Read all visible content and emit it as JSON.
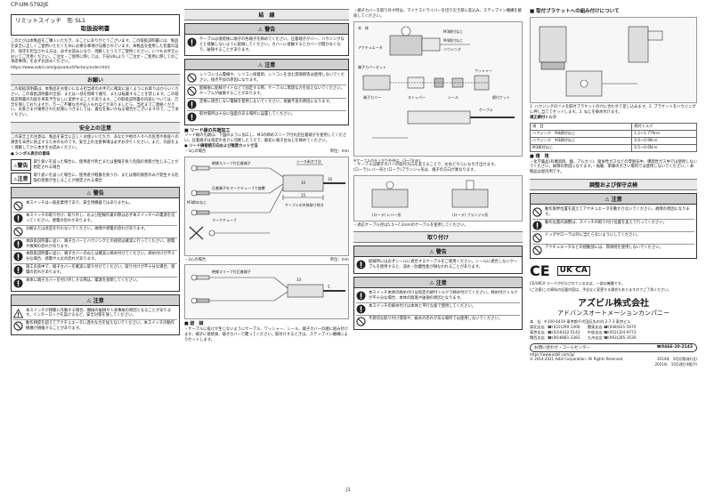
{
  "doc_code": "CP-UM-5792JE",
  "title": {
    "main": "リミットスイッチ　形 SL1",
    "sub": "取扱説明書"
  },
  "col1": {
    "intro": "このたびは本製品をご購入いただき、まことにありがとうございます。この取扱説明書には、製品を安全に正しくご使用いただくために必要な事項が記載されています。本製品を使用した装置の設計、保守を担当される方は、必ずお読みになり、理解したうえでご使用ください。いつもお手元においてご活用ください。ご注文・ご使用に際しては、下記URLより「ご注文・ご使用に際してのご承諾事項」を必ずお読みください。",
    "url": "https://www.azbil.com/jp/product/factory/order.html",
    "notice_h": "お願い",
    "notice": "この取扱説明書は、本製品をお使いになる担当者のお手元に確実に届くようにお取りはからいください。この取扱説明書の全部、または一部を無断で複写、または転載することを禁じます。この取扱説明書の内容を将来予告なしに変更することがあります。この取扱説明書の内容については、万全を期しておりますが、万一ご不審な点や記入もれなどがありましたら、当社までご連絡ください。お客さまが運用された結果につきましては、責任を負いかねる場合がございますので、ご了承ください。",
    "safety_h": "安全上の注意",
    "safety": "この安全上の注意は、製品を安全に正しくお使いいただき、あなたや他の人々への危害や財産への損害を未然に防止するためのものです。安全上の注意事項は必ずお守りください。また、内容をよく理解してから本文をお読みください。",
    "symbol_h": "● シンボル表示の意味",
    "warn_label": "警告",
    "warn_text": "取り扱いを誤った場合に、使用者が死亡または重傷を負う危険の状態が生じることが想定される場合",
    "caut_label": "注意",
    "caut_text": "取り扱いを誤った場合に、使用者が軽傷を負うか、または物的損害のみが発生する危険の状態が生じることが想定される場合",
    "warn_h": "警告",
    "warn_items": [
      "本スイッチは一般産業用であり、安全用機器ではありません。",
      "本スイッチの取り付け、取り外し、および配線作業の際は必ず本スイッチへの電源を切ってください。感電の恐れがあります。",
      "分解または改造を行わないでください。故障や感電の恐れがあります。",
      "本取扱説明書に従い、端子カバーとハウジングとの接続は確実に行ってください。感電や故障の恐れがあります。",
      "本取扱説明書に従い、端子カバーのねじは確実に締め付けてください。締め付けが不十分な場合、感電や火災の恐れがあります。",
      "施工の途中で、端子カバーを確実に取り付けてください。取り付けが不十分な場合、感電の恐れがあります。",
      "本体に端子カバーを付け外しする際は、電源を遮断してください。"
    ],
    "caut_h": "注意",
    "caut_items": [
      "本スイッチが頻繁に作動する場合、機械の破損や人身事故の原因となることがあります。インターロックを設けるなど、安全対策を施してください。",
      "動作頻度を超えてアクチュエータに過大な力を加えないでください。本スイッチの動作機構が損傷することがあります。"
    ]
  },
  "col2": {
    "wiring_h": "結　線",
    "warn_h": "警告",
    "warn_item": "ケーブルは接続後に端子の各端子を締めてください。圧着端子がバー、ハウジングなどと接触しないように配線してください。カバーに接触するとカバーが開かなくなり、破損することがあります。",
    "caut_h": "注意",
    "caut_items": [
      "シリコンゴム電線や、シリコン接着剤、シリコンを含む潤滑剤等は使用しないでください。接点不良の原因になります。",
      "配線後に配線ガイドなどで固定する際、ケーブルに無理な力を加えないでください。ケーブルが破損することがあります。",
      "定格に適合しない電線を使用しないでください。接触不良の原因になります。",
      "取付場所は十分に強度のある場所に設置してください。"
    ],
    "lead_h": "■ リード線の先端加工",
    "lead_text": "リード線の先端は、下図のように加工し、M3の締めスリーブ付丸型圧着端子を使用してください。圧着端子は指定の長さに切断したうえで、最初に端子台ねじを締めてください。",
    "lead_sub": "● リード線接続方向および推奨カット寸法",
    "case3": "・3心の場合",
    "case2": "・2心の場合",
    "unit": "単位：mm",
    "fig_labels": {
      "l1": "絶縁スリーブ付圧着端子",
      "l2": "圧着端子をマークチューブで被覆",
      "l3": "M3締めねじ",
      "l4": "マークチューブ",
      "l5": "シース剥き寸法",
      "l6": "ケーブルの外装取り除き"
    },
    "dims": {
      "d1": "10",
      "d2": "15",
      "d3": "30",
      "d4": "10",
      "d5": "5"
    },
    "wire_h": "■ 結　線",
    "wire_text": "・ケーブルに抜けが生じないようにケーブル、ワッシャー、シール、端子カバーの順に組み付けます。端子に接続後、端子カバーで覆ってください。取付けするときは、ステップイン機構によりセットします。"
  },
  "col3": {
    "top_text": "・端子カバーを取り外す時は、マイナスドライバーを切り欠き部に差込み、ステップイン機構を解除してください。",
    "body_label": "本　体",
    "fig_labels": {
      "a": "M3締付ねじ",
      "b": "M4締付ねじ",
      "c": "ハウジング",
      "d": "アクチュエータ",
      "e": "端子カバーセット",
      "f": "ストッパー",
      "g": "端子カバー",
      "h": "シール",
      "i": "ワッシャー",
      "j": "締付ナット",
      "k": "ケーブル"
    },
    "note": "※ケーブルの仕上がり外径は、(3〜7mm)",
    "cable_text": "・ケーブルは端子カバーの取付方向を変えることで、左右どちらにも引き出せます。",
    "roller_text": "(ローラ)レバー形と(ローラ)プランジャ形は、端子の方向が異なります。",
    "roller_a": "(ローラ) レバー形",
    "roller_b": "(ローラ) プランジャ形",
    "sheath_text": "・適応ケーブル径は5.5〜7.2mmのケーブルを使用してください。",
    "mount_h": "取り付け",
    "warn_h": "警告",
    "warn_item": "配線時には必ずシールに適合するケーブルをご使用ください。シールに適合しないケーブルを使用すると、浸水・防塵性能が損なわれることがあります。",
    "caut_h": "注意",
    "caut_items": [
      "本スイッチ本体の締め付けは指定の締付トルクで締め付けてください。締め付けトルクが不十分な場合、本体の脱落や破損の原因となります。",
      "本スイッチの締め付けは本体と平行な面で使用してください。",
      "不適切な取り付け環境や、被水の恐れがある場所では使用しないでください。"
    ]
  },
  "col4": {
    "bracket_h": "■ 取付ブラケットへの組み付けについて",
    "bracket_text": "1. ハウジングのツメを取付ブラケットの穴に合わせて差し込みます。2. ブラケットをハウジングに押し当ててセットします。3. ねじを締め付けます。",
    "torque_h": "適正締付トルク",
    "torque_cols": [
      "項　目",
      "締付トルク"
    ],
    "torque_rows": [
      [
        "ハウジング　M4締付ねじ",
        "1.2〜1.77N·m"
      ],
      [
        "ハウジング　M3締付ねじ",
        "0.6〜0.9N·m"
      ],
      [
        "M3締付ねじ",
        "0.5〜0.6N·m"
      ]
    ],
    "env_h": "■ 環　境",
    "env_text": "・化学薬品(有機溶剤、酸、アルカリ)、腐食性ガスなどの雰囲気中、爆発性ガス中では使用しないでください。故障の原因になります。・振動、衝撃の大きい場所では使用しないでください。・本製品は屋内用です。",
    "adj_h": "調整および保守点検",
    "caut_h": "注意",
    "caut_items": [
      "動作限界位置を超えてアクチュエータを動かさないでください。故障の原因になります。",
      "動作位置の調整は、スイッチの取り付け位置を変えて行ってください。",
      "ドッグやローラ以外に当たらないようにしてください。",
      "アクチュエータなどの摺動部には、潤滑剤を使用しないでください。"
    ],
    "marks": [
      "CE",
      "UK CA"
    ],
    "mark_note": "CE/UKCA マークが付与されているのは、一部の機種です。",
    "notice_small": "(ご注意)この資料の記載内容は、予告なく変更する場合もありますのでご了承ください。",
    "company": "アズビル株式会社",
    "company_sub": "アドバンスオートメーションカンパニー",
    "addr_rows": [
      [
        "本　社",
        "〒100-6419 東京都千代田区丸の内 2-7-3 東京ビル"
      ],
      [
        "東北支店",
        "☎(022)290-1400　　関東支店 ☎(048)621-5070"
      ],
      [
        "東京支店",
        "☎(03)6432-5142　　中部支店 ☎(052)324-9772"
      ],
      [
        "関西支店",
        "☎(06)6881-3383　　九州支店 ☎(093)285-3530"
      ]
    ],
    "contact_label": "お問い合わせ・コールセンター",
    "contact_num": "☎0466-20-2143",
    "web": "https://www.azbil.com/jp/",
    "copyright": "© 2014-2021 Azbil Corporation. All Rights Reserved.",
    "date": "2014年　9月初版発行(J)\n2021年　10月改訂4版(Y)"
  },
  "page_num": "J1"
}
